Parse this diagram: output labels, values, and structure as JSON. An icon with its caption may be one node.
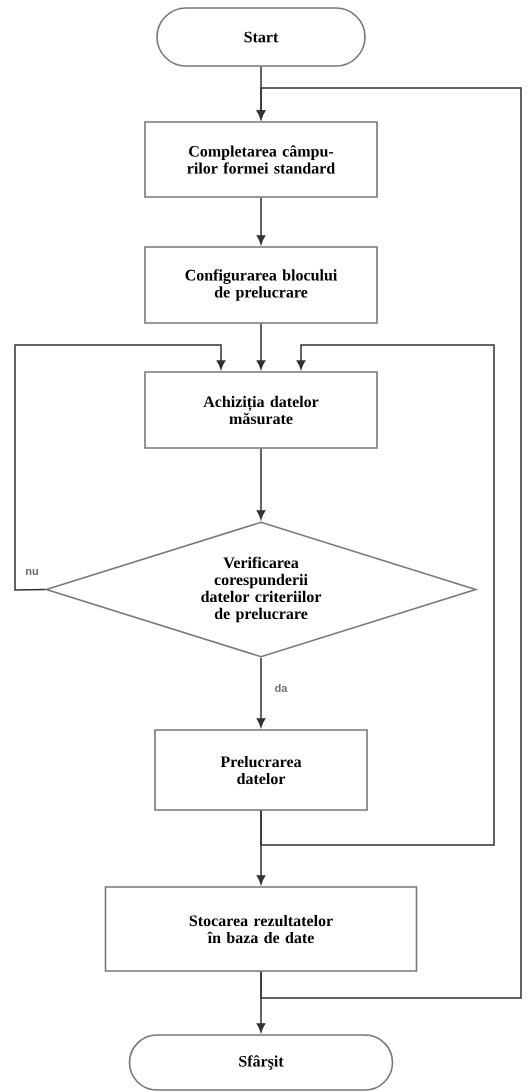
{
  "diagram": {
    "nodes": [
      {
        "text": [
          "Start"
        ]
      },
      {
        "text": [
          "Completarea câmpu-rilor formei standard"
        ]
      },
      {
        "text": [
          "Configurarea blocului de prelucrare"
        ]
      },
      {
        "text": [
          "Achiziția datelor măsurate"
        ]
      },
      {
        "text": [
          "Verificarea corespunderii datelor criteriilor de prelucrare"
        ]
      },
      {
        "text": [
          "Prelucrarea datelor"
        ]
      },
      {
        "text": [
          "Stocarea rezultatelor în baza de date"
        ]
      },
      {
        "text": [
          "Sfârşit"
        ]
      }
    ],
    "edges": [
      {
        "from": 0,
        "to": 1,
        "arrow": "to"
      },
      {
        "from": 1,
        "to": 2,
        "arrow": "to"
      },
      {
        "from": 2,
        "to": 3,
        "arrow": "to"
      },
      {
        "from": 3,
        "to": 4,
        "arrow": "to"
      },
      {
        "from": 4,
        "to": 3,
        "arrow": "to",
        "label": "nu"
      },
      {
        "from": 4,
        "to": 5,
        "arrow": "to",
        "label": "da"
      },
      {
        "from": 5,
        "to": 3,
        "arrow": "to"
      },
      {
        "from": 5,
        "to": 6,
        "arrow": "to"
      },
      {
        "from": 6,
        "to": 1,
        "arrow": "to"
      },
      {
        "from": 6,
        "to": 7,
        "arrow": "to"
      }
    ]
  }
}
